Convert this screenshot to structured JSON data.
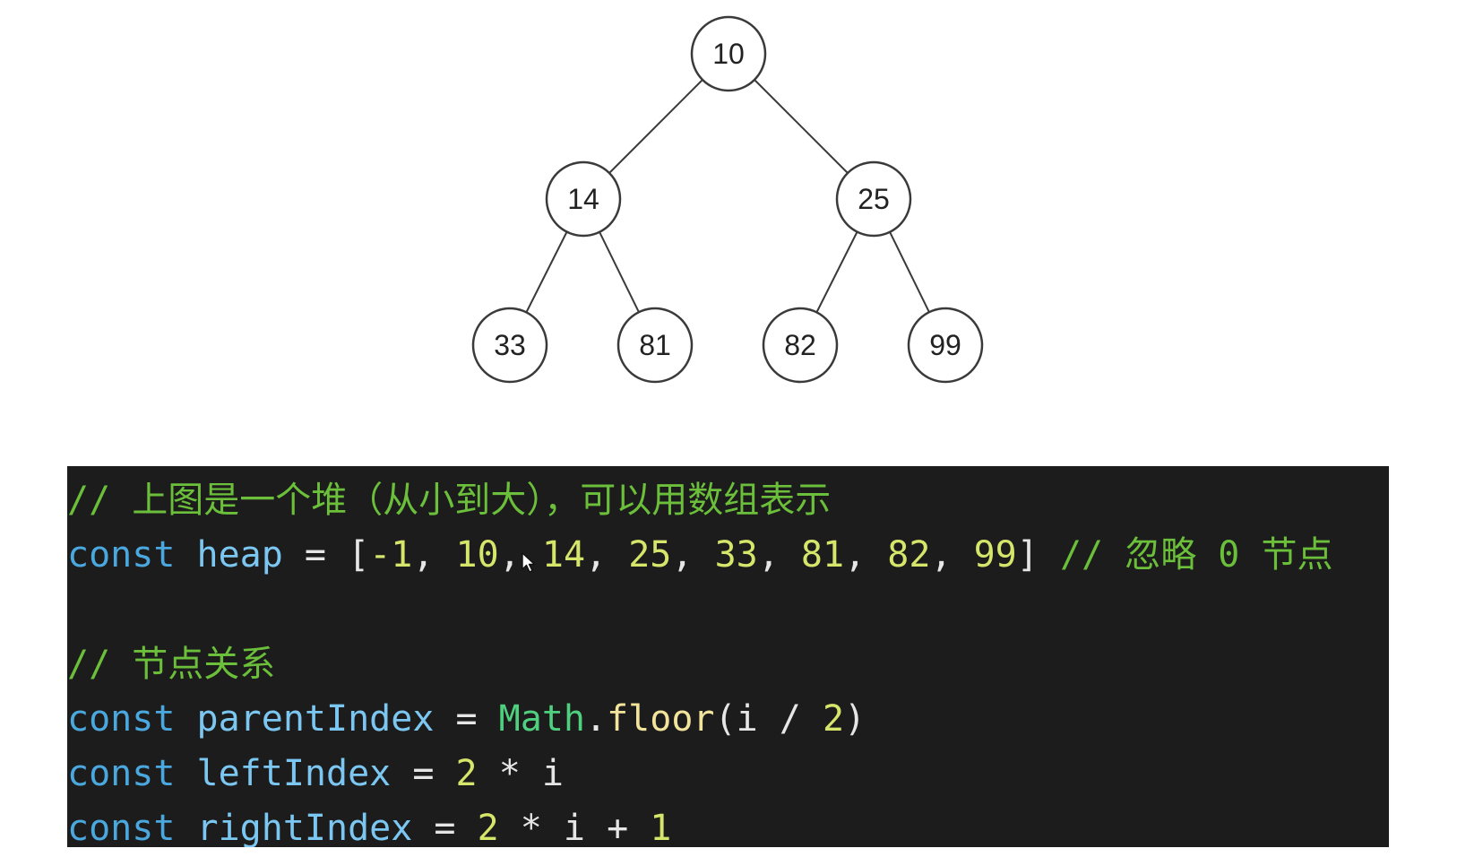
{
  "tree": {
    "nodes": [
      {
        "id": "n0",
        "label": "10"
      },
      {
        "id": "n1",
        "label": "14"
      },
      {
        "id": "n2",
        "label": "25"
      },
      {
        "id": "n3",
        "label": "33"
      },
      {
        "id": "n4",
        "label": "81"
      },
      {
        "id": "n5",
        "label": "82"
      },
      {
        "id": "n6",
        "label": "99"
      }
    ],
    "edges": [
      [
        "n0",
        "n1"
      ],
      [
        "n0",
        "n2"
      ],
      [
        "n1",
        "n3"
      ],
      [
        "n1",
        "n4"
      ],
      [
        "n2",
        "n5"
      ],
      [
        "n2",
        "n6"
      ]
    ]
  },
  "code": {
    "comment1": "// 上图是一个堆（从小到大），可以用数组表示",
    "line2": {
      "kw": "const",
      "var": "heap",
      "eq": " = ",
      "open": "[",
      "v0": "-1",
      "v1": "10",
      "v2": "14",
      "v3": "25",
      "v4": "33",
      "v5": "81",
      "v6": "82",
      "v7": "99",
      "sep": ", ",
      "close": "]",
      "comment": "// 忽略 0 节点"
    },
    "comment2": "// 节点关系",
    "line5": {
      "kw": "const",
      "var": "parentIndex",
      "eq": " = ",
      "obj": "Math",
      "dot": ".",
      "fn": "floor",
      "args_open": "(i / ",
      "num": "2",
      "args_close": ")"
    },
    "line6": {
      "kw": "const",
      "var": "leftIndex",
      "eq": " = ",
      "num": "2",
      "rest": " * i"
    },
    "line7": {
      "kw": "const",
      "var": "rightIndex",
      "eq": " = ",
      "num1": "2",
      "mid": " * i + ",
      "num2": "1"
    }
  },
  "colors": {
    "background": "#ffffff",
    "code_background": "#1c1c1c",
    "comment": "#6bbf3a",
    "keyword": "#4aa8df",
    "variable": "#7cc7f2",
    "number": "#d6e66b",
    "builtin": "#4fd07f",
    "function": "#f2e49b"
  }
}
